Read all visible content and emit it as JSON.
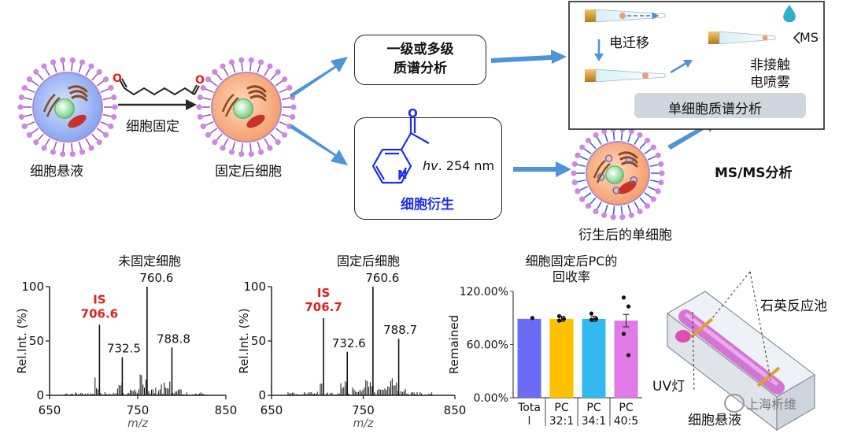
{
  "workflow": {
    "cell_suspension": "细胞悬液",
    "fixation_step": "细胞固定",
    "fixed_cell": "固定后细胞",
    "ms_box_line1": "一级或多级",
    "ms_box_line2": "质谱分析",
    "derivatization_energy_hv": "hv",
    "derivatization_energy_rest": ". 254 nm",
    "derivatization_label": "细胞衍生",
    "derivatized_cell": "衍生后的单细胞",
    "msms_label": "MS/MS分析",
    "electromigration": "电迁移",
    "noncontact_line1": "非接触",
    "noncontact_line2": "电喷雾",
    "ms_tag": "MS",
    "single_cell_ms": "单细胞质谱分析"
  },
  "chart_data": [
    {
      "type": "line",
      "title": "未固定细胞",
      "xlabel": "m/z",
      "ylabel": "Rel.Int. (%)",
      "xlim": [
        650,
        850
      ],
      "ylim": [
        0,
        100
      ],
      "xticks": [
        "650",
        "750",
        "850"
      ],
      "yticks": [
        "0",
        "50",
        "100"
      ],
      "peaks": [
        {
          "x": 706.6,
          "y": 65
        },
        {
          "x": 732.5,
          "y": 35
        },
        {
          "x": 760.6,
          "y": 100
        },
        {
          "x": 788.8,
          "y": 44
        }
      ],
      "annotations": [
        {
          "x": 706.6,
          "text": "IS",
          "text2": "706.6",
          "color": "#e0201c"
        },
        {
          "x": 732.5,
          "text": "732.5"
        },
        {
          "x": 760.6,
          "text": "760.6"
        },
        {
          "x": 788.8,
          "text": "788.8"
        }
      ]
    },
    {
      "type": "line",
      "title": "固定后细胞",
      "xlabel": "m/z",
      "ylabel": "Rel.Int. (%)",
      "xlim": [
        650,
        850
      ],
      "ylim": [
        0,
        100
      ],
      "xticks": [
        "650",
        "750",
        "850"
      ],
      "yticks": [
        "0",
        "50",
        "100"
      ],
      "peaks": [
        {
          "x": 706.7,
          "y": 71
        },
        {
          "x": 732.6,
          "y": 40
        },
        {
          "x": 760.6,
          "y": 100
        },
        {
          "x": 788.7,
          "y": 52
        }
      ],
      "annotations": [
        {
          "x": 706.7,
          "text": "IS",
          "text2": "706.7",
          "color": "#e0201c"
        },
        {
          "x": 732.6,
          "text": "732.6"
        },
        {
          "x": 760.6,
          "text": "760.6"
        },
        {
          "x": 788.7,
          "text": "788.7"
        }
      ]
    },
    {
      "type": "bar",
      "title": "细胞固定后PC的",
      "title2": "回收率",
      "xlabel": "",
      "ylabel": "Remained",
      "ylim": [
        0,
        1.2
      ],
      "yticks": [
        "0.00%",
        "60.00%",
        "120.00%"
      ],
      "categories": [
        [
          "Tota",
          "l"
        ],
        [
          "PC",
          "32:1"
        ],
        [
          "PC",
          "34:1"
        ],
        [
          "PC",
          "40:5"
        ]
      ],
      "values": [
        0.89,
        0.89,
        0.89,
        0.87
      ],
      "errors": [
        0.0,
        0.03,
        0.03,
        0.07
      ],
      "colors": [
        "#6b6bf5",
        "#ffc000",
        "#33b8f0",
        "#e07ae8"
      ],
      "points": [
        [
          0.9
        ],
        [
          0.92,
          0.89,
          0.87
        ],
        [
          0.95,
          0.89,
          0.88
        ],
        [
          1.13,
          1.03,
          0.72,
          0.48
        ]
      ]
    }
  ],
  "apparatus": {
    "reactor": "石英反应池",
    "uv_lamp": "UV灯",
    "cell_suspension": "细胞悬液",
    "watermark": "上海析维"
  }
}
